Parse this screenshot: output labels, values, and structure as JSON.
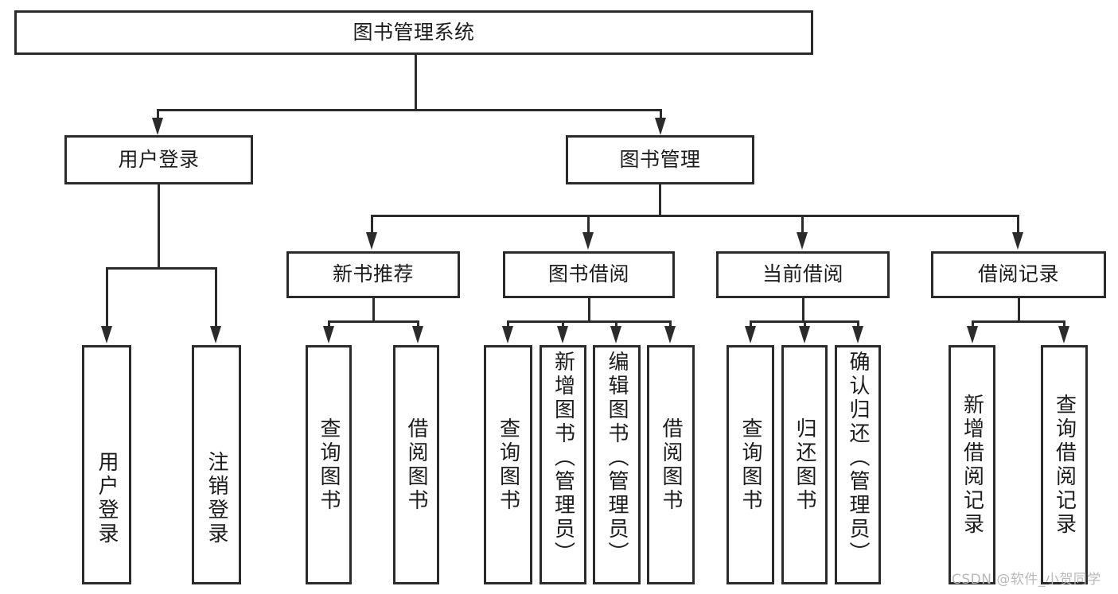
{
  "diagram": {
    "type": "tree",
    "title": "图书管理系统",
    "root": {
      "label": "图书管理系统"
    },
    "level2": [
      {
        "label": "用户登录"
      },
      {
        "label": "图书管理"
      }
    ],
    "level3": [
      {
        "label": "新书推荐"
      },
      {
        "label": "图书借阅"
      },
      {
        "label": "当前借阅"
      },
      {
        "label": "借阅记录"
      }
    ],
    "leaves": {
      "user_login": [
        {
          "label": "用户登录"
        },
        {
          "label": "注销登录"
        }
      ],
      "new_book_recommend": [
        {
          "label": "查询图书"
        },
        {
          "label": "借阅图书"
        }
      ],
      "book_borrow": [
        {
          "label": "查询图书"
        },
        {
          "label": "新增图书（管理员）"
        },
        {
          "label": "编辑图书（管理员）"
        },
        {
          "label": "借阅图书"
        }
      ],
      "current_borrow": [
        {
          "label": "查询图书"
        },
        {
          "label": "归还图书"
        },
        {
          "label": "确认归还（管理员）"
        }
      ],
      "borrow_records": [
        {
          "label": "新增借阅记录"
        },
        {
          "label": "查询借阅记录"
        }
      ]
    }
  },
  "watermark": {
    "text": "CSDN @软件_小贺同学"
  },
  "colors": {
    "line": "#2b2b2b",
    "box_fill": "#ffffff",
    "text": "#1c1c1c",
    "watermark": "#b9b9b9"
  }
}
